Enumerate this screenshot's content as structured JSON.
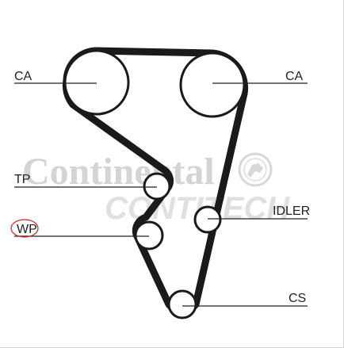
{
  "labels": {
    "ca_left": "CA",
    "ca_right": "CA",
    "tp": "TP",
    "idler": "IDLER",
    "wp": "WP",
    "cs": "CS"
  },
  "watermark": {
    "brand": "Continental",
    "sub": "CONTITECH"
  },
  "colors": {
    "belt": "#1a1a1a",
    "pulley": "#1a1a1a",
    "leader_line": "#222222",
    "wp_highlight": "#cc2222",
    "watermark": "#d4d4d4"
  }
}
